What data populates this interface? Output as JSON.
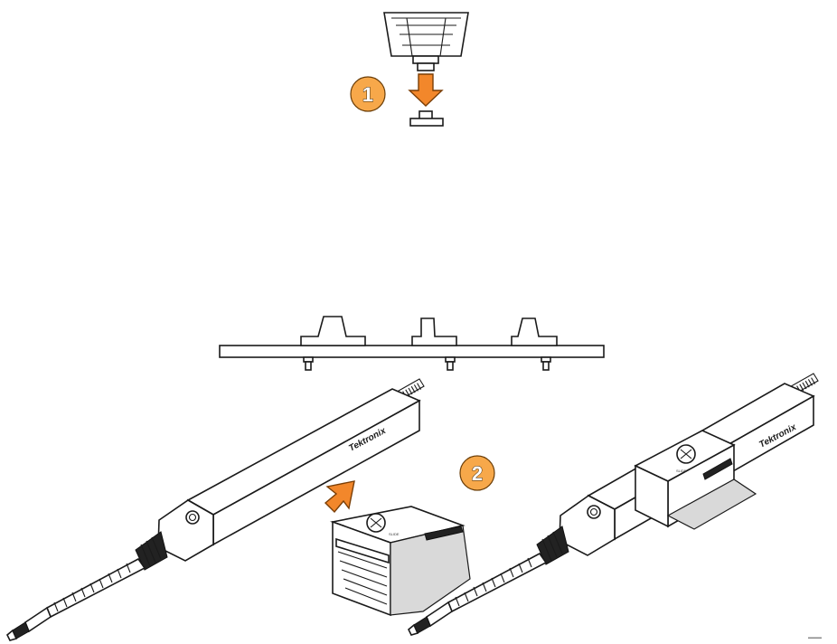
{
  "steps": [
    {
      "number": "1"
    },
    {
      "number": "2"
    }
  ],
  "probe": {
    "brand_label": "Tektronix"
  },
  "colors": {
    "step_badge": "#f7a84a",
    "arrow": "#f2872b",
    "line": "#1a1a1a"
  }
}
